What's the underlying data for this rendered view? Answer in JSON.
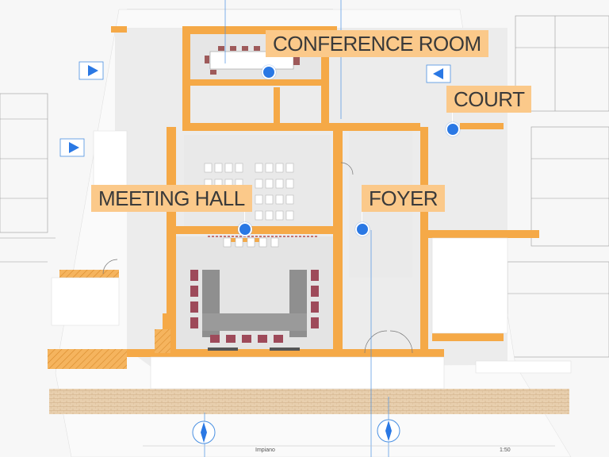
{
  "labels": {
    "conference_room": "CONFERENCE ROOM",
    "court": "COURT",
    "meeting_hall": "MEETING HALL",
    "foyer": "FOYER"
  },
  "sheet": {
    "bottom_left_text": "Impiano",
    "bottom_right_text": "1:50"
  },
  "colors": {
    "label_bg": "#fbc98a",
    "wall_orange": "#f5a947",
    "marker_blue": "#2a78e4",
    "floor": "#eeeeee"
  },
  "icons": [
    "north-compass-icon",
    "section-arrow-icon",
    "location-marker-icon"
  ]
}
